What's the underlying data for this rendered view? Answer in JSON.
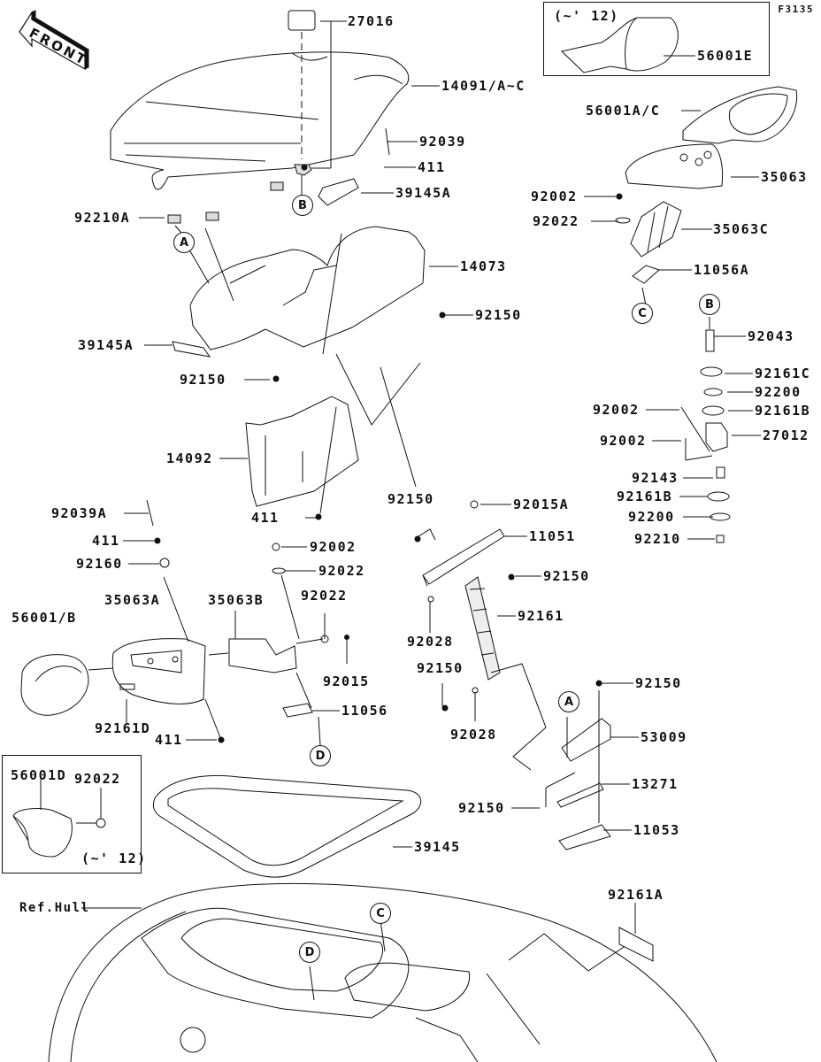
{
  "diagram": {
    "figure_code": "F3135",
    "direction_marker": "FRONT",
    "reference_label": "Ref.Hull",
    "variant_note": "(~' 12)",
    "callouts": [
      "A",
      "B",
      "C",
      "D"
    ],
    "labels": {
      "p27016": "27016",
      "p14091": "14091/A~C",
      "p92039": "92039",
      "p411_top": "411",
      "p39145A_top": "39145A",
      "p92210A": "92210A",
      "p14073": "14073",
      "p92150_a": "92150",
      "p39145A_left": "39145A",
      "p92150_b": "92150",
      "p14092": "14092",
      "p411_mid": "411",
      "p92039A": "92039A",
      "p411_left": "411",
      "p92160": "92160",
      "p92002_mid": "92002",
      "p92022_mid": "92022",
      "p92022_b": "92022",
      "p35063A": "35063A",
      "p35063B": "35063B",
      "p56001B": "56001/B",
      "p92015": "92015",
      "p92161D": "92161D",
      "p411_low": "411",
      "p11056": "11056",
      "p56001D": "56001D",
      "p92022_box": "92022",
      "p39145": "39145",
      "p92150_c": "92150",
      "p92015A": "92015A",
      "p11051": "11051",
      "p92150_d": "92150",
      "p92161": "92161",
      "p92028_a": "92028",
      "p92150_e": "92150",
      "p92028_b": "92028",
      "p92150_f": "92150",
      "p53009": "53009",
      "p13271": "13271",
      "p92150_g": "92150",
      "p11053": "11053",
      "p92161A": "92161A",
      "p56001E": "56001E",
      "p56001AC": "56001A/C",
      "p35063": "35063",
      "p92002_r1": "92002",
      "p92022_r": "92022",
      "p35063C": "35063C",
      "p11056A": "11056A",
      "p92043": "92043",
      "p92161C": "92161C",
      "p92200_a": "92200",
      "p92002_r2": "92002",
      "p92161B_a": "92161B",
      "p92002_r3": "92002",
      "p27012": "27012",
      "p92143": "92143",
      "p92161B_b": "92161B",
      "p92200_b": "92200",
      "p92210": "92210"
    }
  }
}
